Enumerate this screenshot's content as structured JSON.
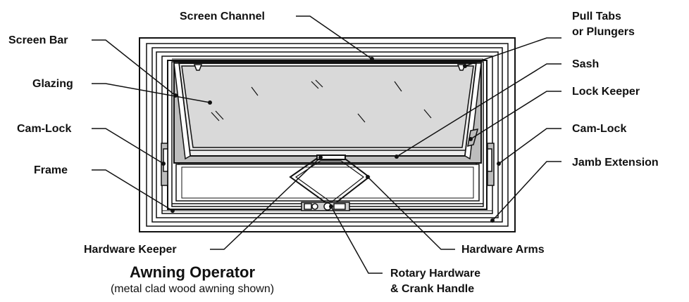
{
  "title": "Awning Operator",
  "subtitle": "(metal clad wood awning shown)",
  "labels": {
    "screen_channel": "Screen Channel",
    "pull_tabs_line1": "Pull Tabs",
    "pull_tabs_line2": "or Plungers",
    "screen_bar": "Screen Bar",
    "sash": "Sash",
    "glazing": "Glazing",
    "lock_keeper": "Lock Keeper",
    "cam_lock_left": "Cam-Lock",
    "cam_lock_right": "Cam-Lock",
    "frame": "Frame",
    "jamb_extension": "Jamb Extension",
    "hardware_keeper": "Hardware Keeper",
    "hardware_arms": "Hardware Arms",
    "rotary_line1": "Rotary Hardware",
    "rotary_line2": "& Crank Handle"
  },
  "colors": {
    "ink": "#111111",
    "glass": "#d9d9d9",
    "sash_fill": "#ededed"
  }
}
